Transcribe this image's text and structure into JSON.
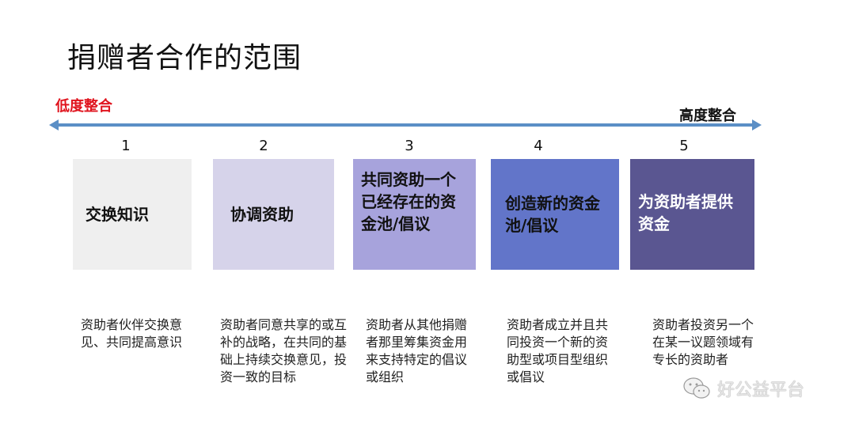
{
  "title": "捐赠者合作的范围",
  "axis": {
    "low_label": "低度整合",
    "high_label": "高度整合",
    "line_color": "#5b8fc6",
    "low_color": "#e0141e"
  },
  "stages": [
    {
      "number": "1",
      "label": "交换知识",
      "description": "资助者伙伴交换意见、共同提高意识",
      "bg": "#efefef",
      "fg": "#111111"
    },
    {
      "number": "2",
      "label": "协调资助",
      "description": "资助者同意共享的或互补的战略，在共同的基础上持续交换意见，投资一致的目标",
      "bg": "#d6d3ea",
      "fg": "#111111"
    },
    {
      "number": "3",
      "label": "共同资助一个已经存在的资金池/倡议",
      "description": "资助者从其他捐赠者那里筹集资金用来支持特定的倡议或组织",
      "bg": "#a7a3dc",
      "fg": "#111111"
    },
    {
      "number": "4",
      "label": "创造新的资金池/倡议",
      "description": "资助者成立并且共同投资一个新的资助型或项目型组织或倡议",
      "bg": "#6275c9",
      "fg": "#111111"
    },
    {
      "number": "5",
      "label": "为资助者提供资金",
      "description": "资助者投资另一个在某一议题领域有专长的资助者",
      "bg": "#5a5691",
      "fg": "#ffffff"
    }
  ],
  "watermark": {
    "text": "好公益平台",
    "icon": "wechat-icon"
  }
}
